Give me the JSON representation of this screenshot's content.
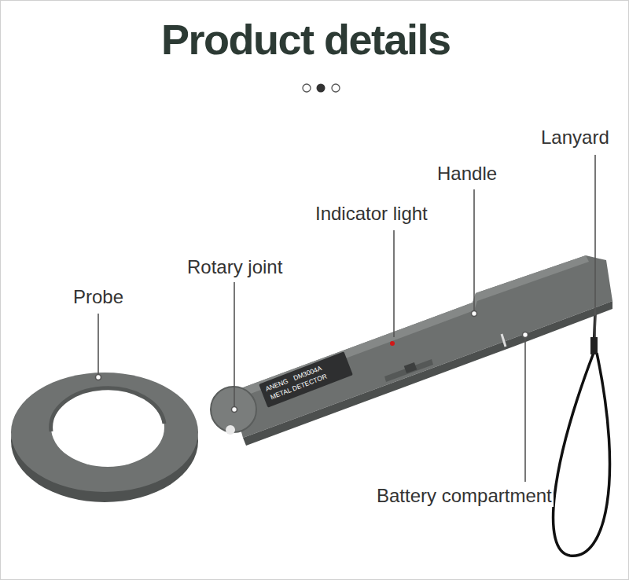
{
  "diagram": {
    "title": "Product details",
    "labels": [
      "Probe",
      "Rotary joint",
      "Indicator light",
      "Handle",
      "Lanyard",
      "Battery compartment",
      "ANENG",
      "DM3004A",
      "METAL DETECTOR"
    ]
  }
}
